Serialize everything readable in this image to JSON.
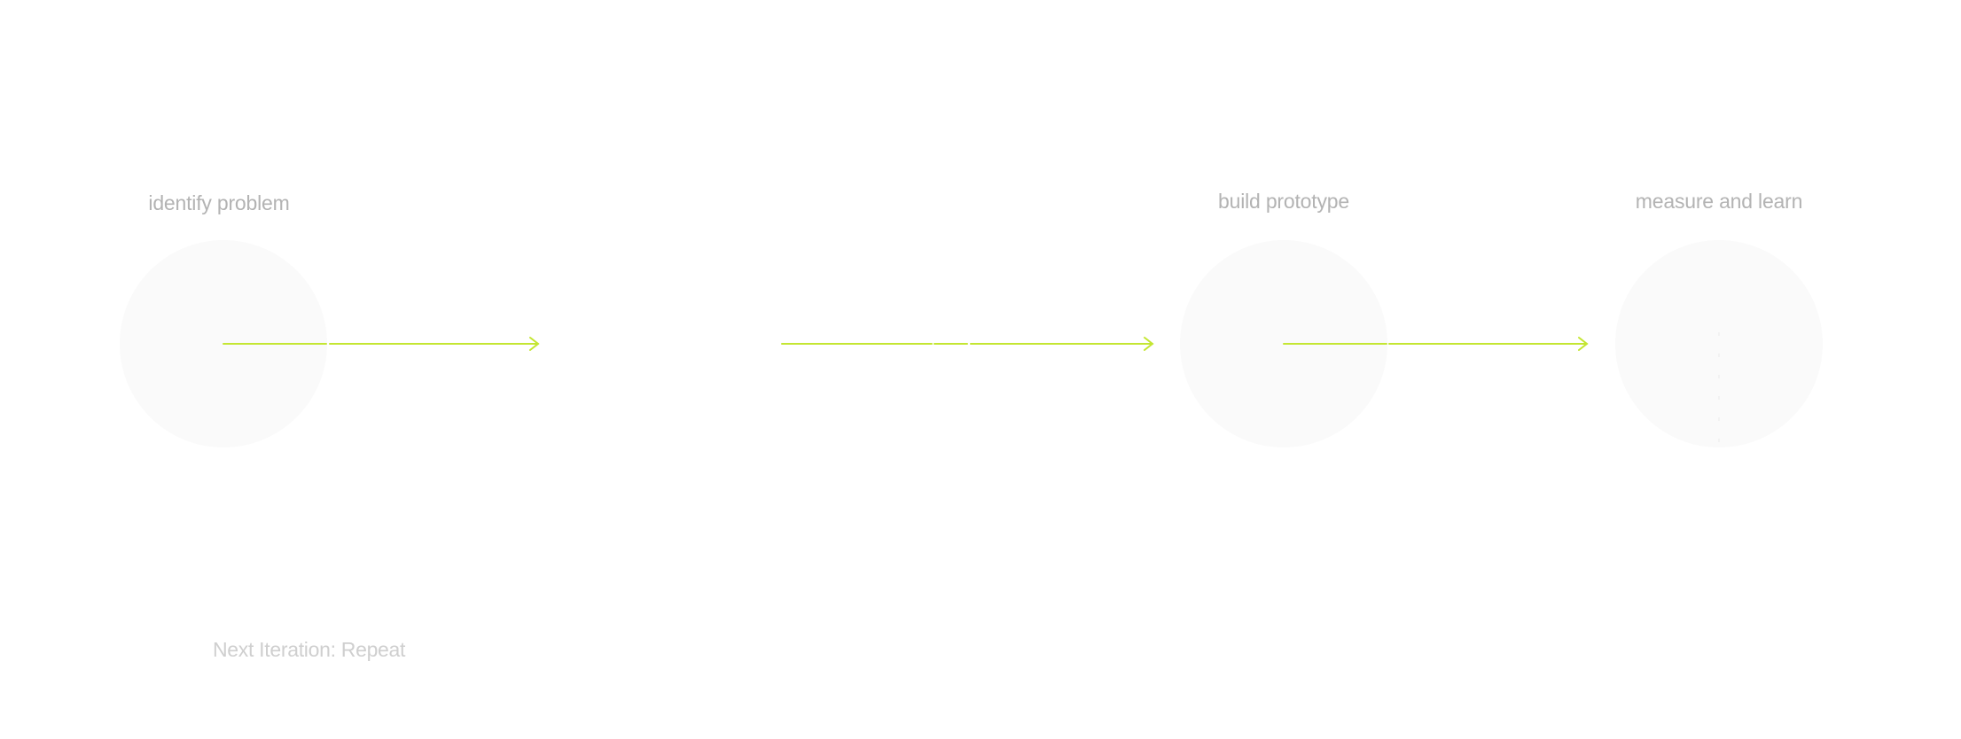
{
  "stages": [
    {
      "id": "identify",
      "label": "identify problem"
    },
    {
      "id": "build",
      "label": "build prototype"
    },
    {
      "id": "measure",
      "label": "measure and learn"
    }
  ],
  "footer": {
    "note": "Next Iteration: Repeat"
  },
  "colors": {
    "arrow": "#c4e632",
    "circle": "#fafafa",
    "label": "#b3b3b3",
    "footer": "#cfcfcf",
    "background": "#ffffff"
  }
}
